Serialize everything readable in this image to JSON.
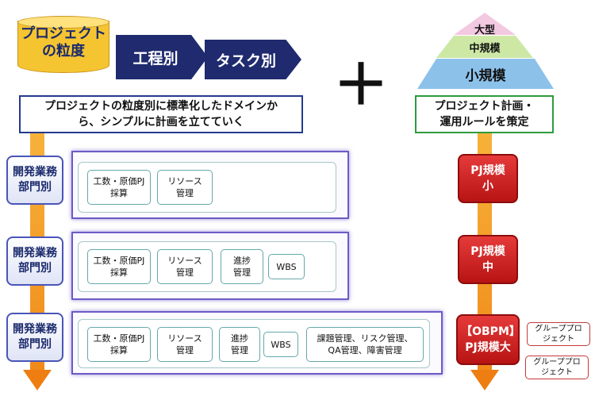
{
  "header": {
    "cylinder_label": "プロジェクトの粒度",
    "chevron_1": "工程別",
    "chevron_2": "タスク別",
    "plus": "＋"
  },
  "pyramid": {
    "top": "大型",
    "middle": "中規模",
    "bottom": "小規模"
  },
  "left_description": "プロジェクトの粒度別に標準化したドメインから、シンプルに計画を立てていく",
  "right_description": "プロジェクト計画・運用ルールを策定",
  "rows": [
    {
      "dept_label": "開発業務部門別",
      "size_label": "PJ規模小",
      "items": [
        "工数・原価PJ採算",
        "リソース管理"
      ]
    },
    {
      "dept_label": "開発業務部門別",
      "size_label": "PJ規模中",
      "items": [
        "工数・原価PJ採算",
        "リソース管理",
        "進捗管理",
        "WBS"
      ]
    },
    {
      "dept_label": "開発業務部門別",
      "size_label": "【OBPM】PJ規模大",
      "items": [
        "工数・原価PJ採算",
        "リソース管理",
        "進捗管理",
        "WBS",
        "課題管理、リスク管理、QA管理、障害管理"
      ]
    }
  ],
  "group_projects": [
    "グループプロジェクト",
    "グループプロジェクト"
  ],
  "colors": {
    "navy": "#1f2b6e",
    "gold": "#f5c431",
    "orange": "#f08a1a",
    "red": "#c41e1e",
    "purple_frame": "#6e5ac6",
    "green_border": "#2f9a3e"
  }
}
